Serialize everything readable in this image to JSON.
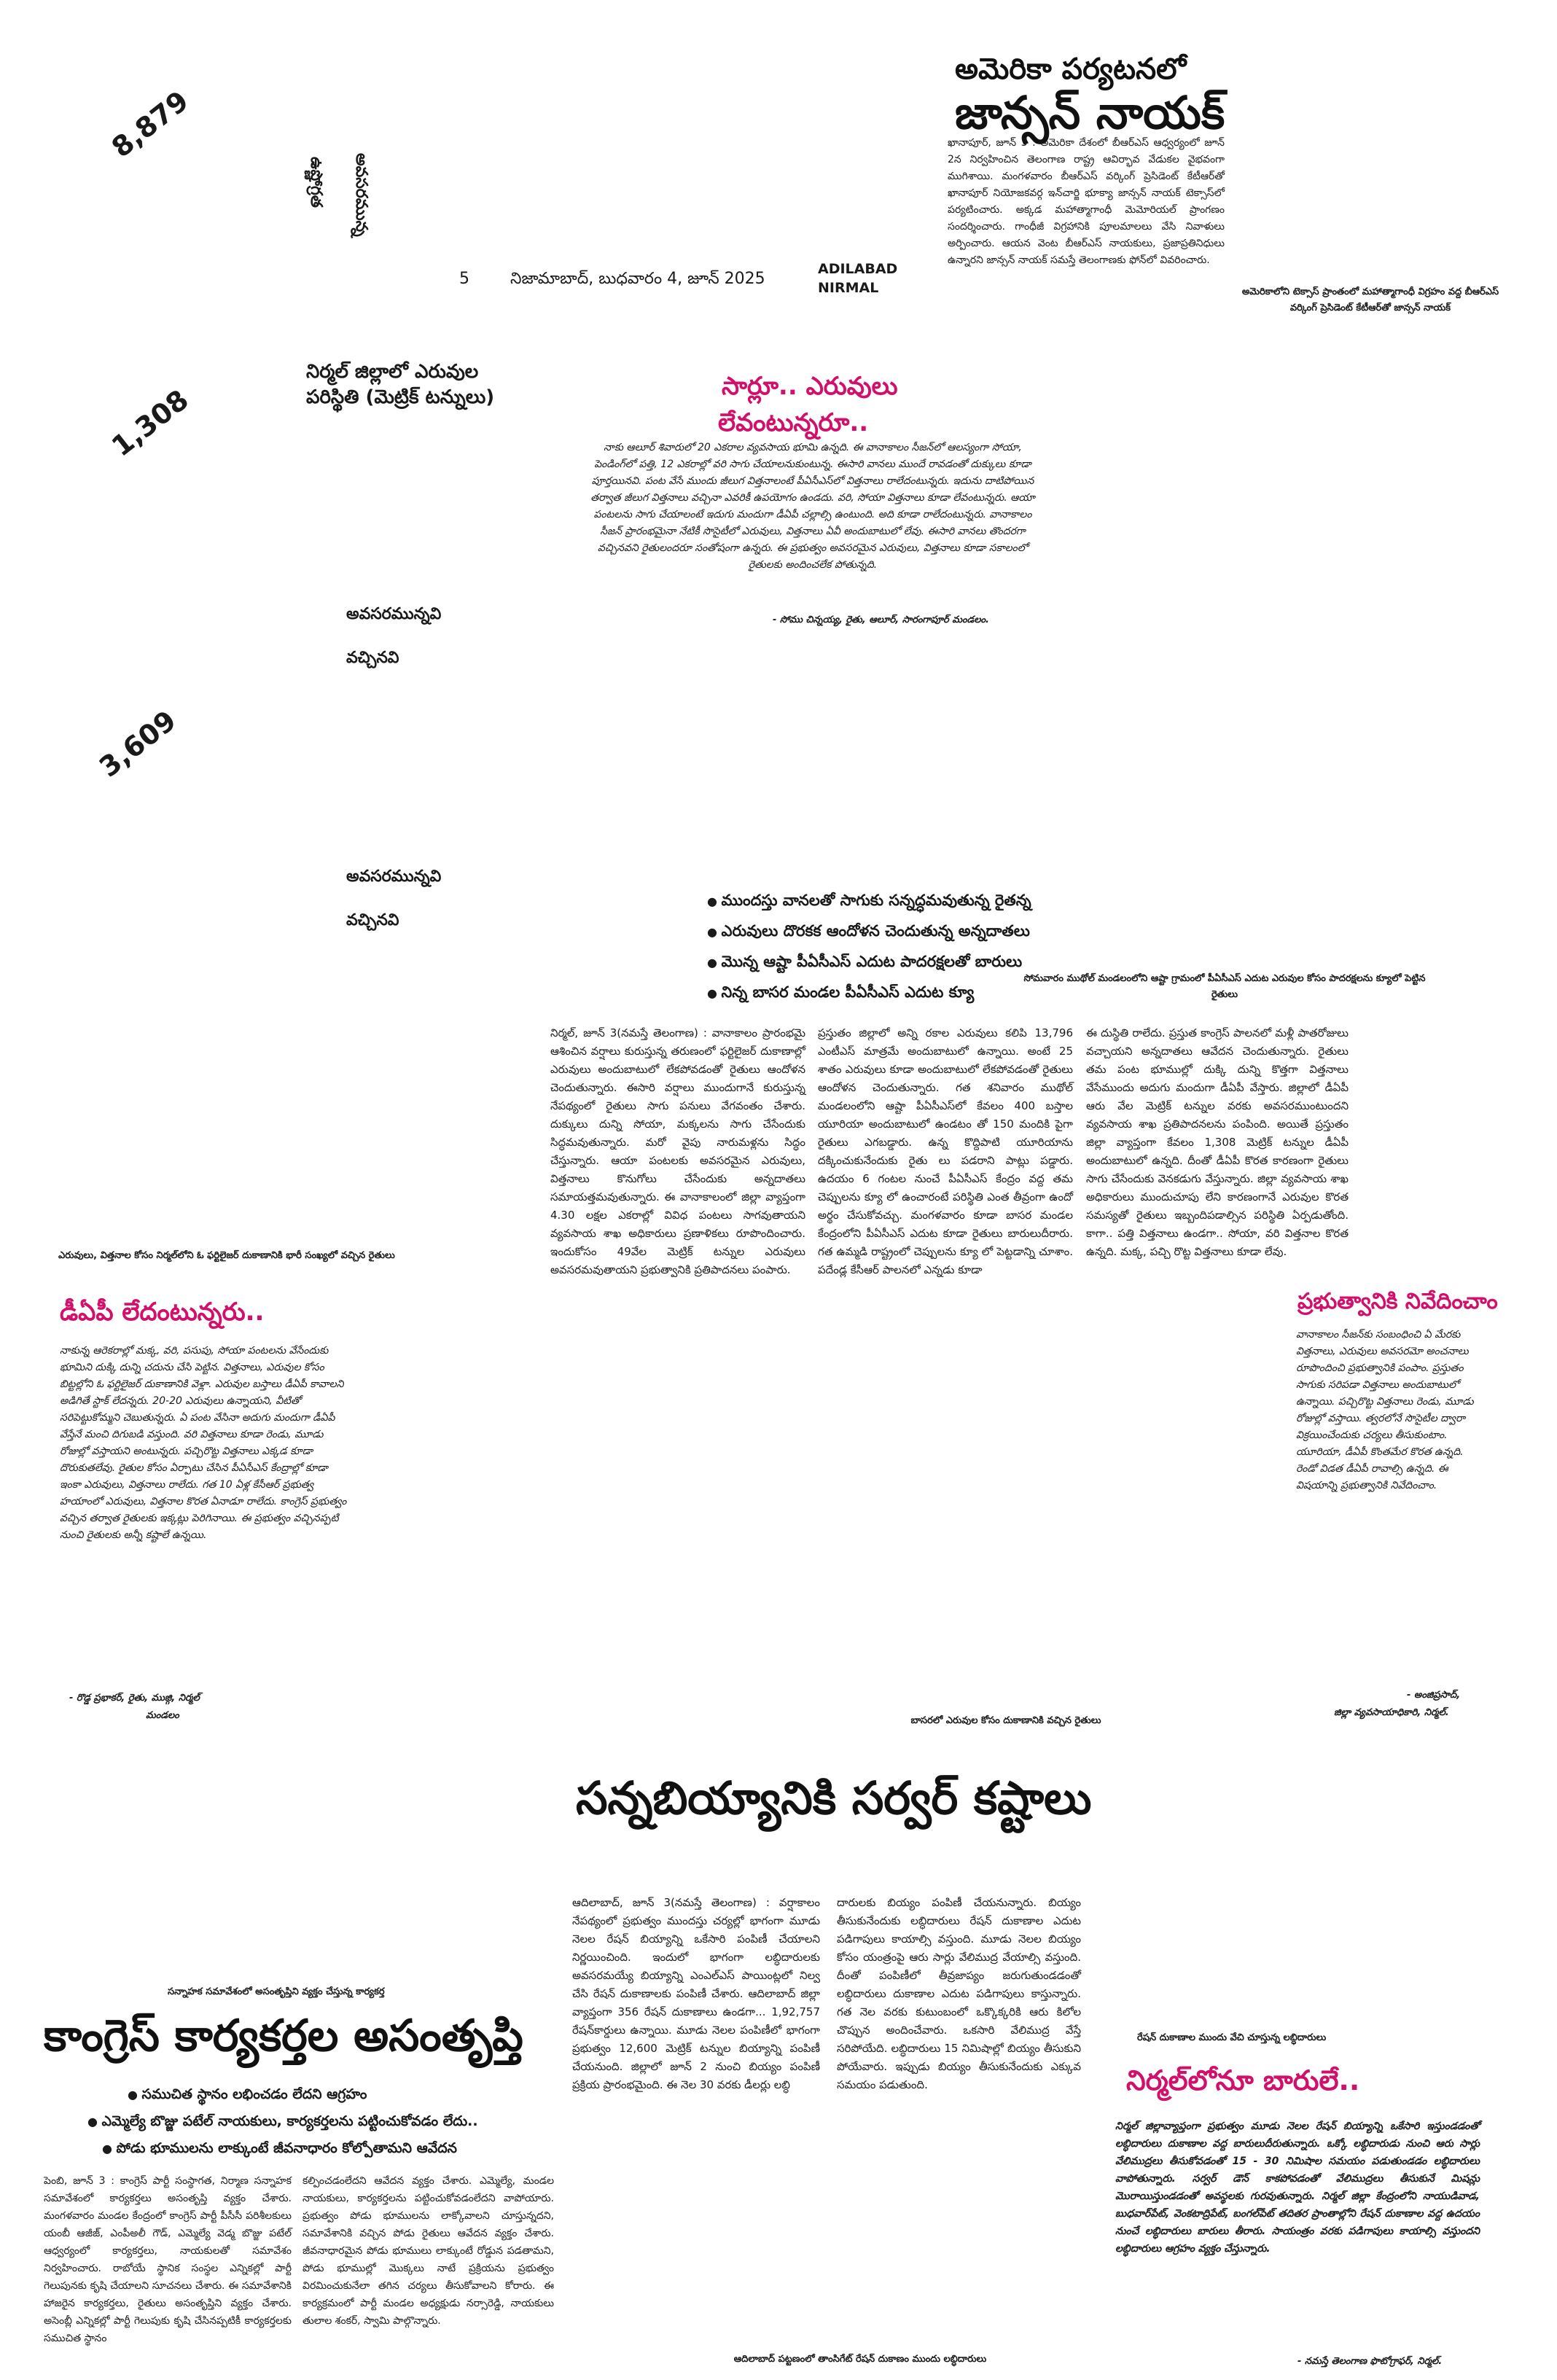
{
  "masthead": {
    "page_no": "5",
    "dateline": "నిజామాబాద్, బుధవారం 4, జూన్ 2025",
    "edition_1": "ADILABAD",
    "edition_2": "NIRMAL"
  },
  "side_numbers": [
    "8,879",
    "1,308",
    "3,609"
  ],
  "side_vertical": [
    "ఉష్ణోగ్రత",
    "అవసరమున్న"
  ],
  "usa_story": {
    "kicker": "అమెరికా పర్యటనలో",
    "headline": "జాన్సన్ నాయక్",
    "body": "ఖానాపూర్, జూన్ 3 : అమెరికా దేశంలో బీఆర్ఎస్ ఆధ్వర్యంలో జూన్ 2న నిర్వహించిన తెలంగాణ రాష్ట్ర ఆవిర్భావ వేడుకల వైభవంగా ముగిశాయి. మంగళవారం బీఆర్ఎస్ వర్కింగ్ ప్రెసిడెంట్ కేటీఆర్‌తో ఖానాపూర్ నియోజకవర్గ ఇన్‌చార్జి భూక్యా జాన్సన్ నాయక్ టెక్సాస్‌లో పర్యటించారు. అక్కడ మహాత్మాగాంధీ మెమోరియల్ ప్రాంగణం సందర్శించారు. గాంధీజీ విగ్రహానికి పూలమాలలు వేసి నివాళులు అర్పించారు. ఆయన వెంట బీఆర్ఎస్ నాయకులు, ప్రజాప్రతినిధులు ఉన్నారని జాన్సన్ నాయక్ సమస్తే తెలంగాణకు ఫోన్‌లో వివరించారు.",
    "caption": "అమెరికాలోని టెక్సాస్ ప్రాంతంలో మహాత్మాగాంధీ విగ్రహం వద్ద బీఆర్ఎస్ వర్కింగ్ ప్రెసిడెంట్ కేటీఆర్‌తో జాన్సన్ నాయక్"
  },
  "fert_table": {
    "title_1": "నిర్మల్ జిల్లాలో ఎరువుల",
    "title_2": "పరిస్థితి (మెట్రిక్ టన్నులు)",
    "row1_label": "అవసరమున్నవి",
    "row1_label2": "వచ్చినవి",
    "row2_label": "అవసరమున్నవి",
    "row2_label2": "వచ్చినవి"
  },
  "quote1": {
    "heading_1": "సార్లూ.. ఎరువులు",
    "heading_2": "లేవంటున్నరూ..",
    "body": "నాకు ఆలూర్ శివారులో 20 ఎకరాల వ్యవసాయ భూమి ఉన్నది. ఈ వానాకాలం సీజన్‌లో ఆలస్యంగా సోయా, పెండింగ్‌లో పత్తి, 12 ఎకరాల్లో వరి సాగు చేయాలనుకుంటున్న. ఈసారి వానలు ముందే రావడంతో దుక్కులు కూడా పూర్తయినవి. పంట వేసే ముందు జీలుగ విత్తనాలంటే పీఏసీఎస్‌లో విత్తనాలు రాలేదంటున్నరు. ఇదును దాటిపోయిన తర్వాత జీలుగ విత్తనాలు వచ్చినా ఎవరికీ ఉపయోగం ఉండదు. వరి, సోయా విత్తనాలు కూడా లేవంటున్నరు. ఆయా పంటలను సాగు చేయాలంటే ఇదుగు మందుగా డీఏపీ చల్లాల్సి ఉంటుంది. అది కూడా రాలేదంటున్నరు. వానాకాలం సీజన్ ప్రారంభమైనా నేటికీ సొసైటీలో ఎరువులు, విత్తనాలు ఏవీ అందుబాటులో లేవు. ఈసారి వానలు తొందరగా వచ్చినవని రైతులందరూ సంతోషంగా ఉన్నరు. ఈ ప్రభుత్వం అవసరమైన ఎరువులు, విత్తనాలు కూడా సకాలంలో రైతులకు అందించలేక పోతున్నది.",
    "signature": "- సోము చిన్నయ్య, రైతు, ఆలూర్, సారంగాపూర్ మండలం."
  },
  "bullets_fert": [
    "ముందస్తు వానలతో సాగుకు సన్నద్ధమవుతున్న రైతన్న",
    "ఎరువులు దొరకక ఆందోళన చెందుతున్న అన్నదాతలు",
    "మొన్న ఆష్టా పీఏసీఎస్ ఎదుట పాదరక్షలతో బారులు",
    "నిన్న బాసర మండల పీఏసీఎస్ ఎదుట క్యూ"
  ],
  "photo_caption_1": "సోమవారం ముథోల్ మండలంలోని ఆష్టా గ్రామంలో పీఏసీఎస్ ఎదుట ఎరువుల కోసం పాదరక్షలను క్యూలో పెట్టిన రైతులు",
  "photo_caption_2": "ఎరువులు, విత్తనాల కోసం నిర్మల్‌లోని ఓ ఫర్టిలైజర్ దుకాణానికి భారీ సంఖ్యలో వచ్చిన రైతులు",
  "fert_story": {
    "col1": "నిర్మల్, జూన్ 3(నమస్తే తెలంగాణ) : వానాకాలం ప్రారంభమై ఆశించిన వర్షాలు కురుస్తున్న తరుణంలో ఫర్టిలైజర్ దుకాణాల్లో ఎరువులు అందుబాటులో లేకపోవడంతో రైతులు ఆందోళన చెందుతున్నారు. ఈసారి వర్షాలు ముందుగానే కురుస్తున్న నేపథ్యంలో రైతులు సాగు పనులు వేగవంతం చేశారు. దుక్కులు దున్ని సోయా, మక్కలను సాగు చేసేందుకు సిద్ధమవుతున్నారు. మరో వైపు నారుమళ్లను సిద్ధం చేస్తున్నారు. ఆయా పంటలకు అవసరమైన ఎరువులు, విత్తనాలు కొనుగోలు చేసేందుకు అన్నదాతలు సమాయత్తమవుతున్నారు. ఈ వానాకాలంలో జిల్లా వ్యాప్తంగా 4.30 లక్షల ఎకరాల్లో వివిధ పంటలు సాగవుతాయని వ్యవసాయ శాఖ అధికారులు ప్రణాళికలు రూపొందించారు. ఇందుకోసం 49వేల మెట్రిక్ టన్నుల ఎరువులు అవసరమవుతాయని ప్రభుత్వానికి ప్రతిపాదనలు పంపారు.",
    "col2": "ప్రస్తుతం జిల్లాలో అన్ని రకాల ఎరువులు కలిపి 13,796 ఎంటీఎస్ మాత్రమే అందుబాటులో ఉన్నాయి. అంటే 25 శాతం ఎరువులు కూడా అందుబాటులో లేకపోవడంతో రైతులు ఆందోళన చెందుతున్నారు. గత శనివారం ముథోల్ మండలంలోని ఆష్టా పీఏసీఎస్‌లో కేవలం 400 బస్తాల యూరియా అందుబాటులో ఉండటం తో 150 మందికి పైగా రైతులు ఎగబడ్డారు. ఉన్న కొద్దిపాటి యూరియాను దక్కించుకునేందుకు రైతు లు పడరాని పాట్లు పడ్డారు. ఉదయం 6 గంటల నుంచే పీఏసీఎస్ కేంద్రం వద్ద తమ చెప్పులను క్యూ లో ఉంచారంటే పరిస్థితి ఎంత తీవ్రంగా ఉందో అర్థం చేసుకోవచ్చు. మంగళవారం కూడా బాసర మండల కేంద్రంలోని పీఏసీఎస్ ఎదుట కూడా రైతులు బారులుదీరారు. గత ఉమ్మడి రాష్ట్రంలో చెప్పులను క్యూ లో పెట్టడాన్ని చూశాం. పదేండ్ల కేసీఆర్ పాలనలో ఎన్నడు కూడా",
    "col3": "ఈ దుస్థితి రాలేదు. ప్రస్తుత కాంగ్రెస్ పాలనలో మళ్లీ పాతరోజులు వచ్చాయని అన్నదాతలు ఆవేదన చెందుతున్నారు. రైతులు తమ పంట భూముల్లో దుక్కి దున్ని కొత్తగా విత్తనాలు వేసేముందు అదుగు మందుగా డీఏపీ వేస్తారు. జిల్లాలో డీఏపీ ఆరు వేల మెట్రిక్ టన్నుల వరకు అవసరముంటుందని వ్యవసాయ శాఖ ప్రతిపాదనలను పంపింది. అయితే ప్రస్తుతం జిల్లా వ్యాప్తంగా కేవలం 1,308 మెట్రిక్ టన్నుల డీఏపీ అందుబాటులో ఉన్నది. దీంతో డీఏపీ కొరత కారణంగా రైతులు సాగు చేసేందుకు వెనకడుగు వేస్తున్నారు. జిల్లా వ్యవసాయ శాఖ అధికారులు ముందుచూపు లేని కారణంగానే ఎరువుల కొరత సమస్యతో రైతులు ఇబ్బందిపడాల్సిన పరిస్థితి ఏర్పడుతోంది. కాగా.. పత్తి విత్తనాలు ఉండగా.. సోయా, వరి విత్తనాల కొరత ఉన్నది. మక్క, పచ్చి రొట్ట విత్తనాలు కూడా లేవు."
  },
  "quote2": {
    "heading": "డీఏపీ లేదంటున్నరు..",
    "body": "నాకున్న ఆరెకరాల్లో మక్క, వరి, పసుపు, సోయా పంటలను వేసేందుకు భూమిని దుక్కి దున్ని చదును చేసి పెట్టిన. విత్తనాలు, ఎరువుల కోసం బిట్టల్లోని ఓ ఫర్టిలైజర్ దుకాణానికి వెళ్లా. ఎరువుల బస్తాలు డీఏపీ కావాలని అడిగితే స్టాక్ లేదన్నరు. 20-20 ఎరువులు ఉన్నాయని, వీటితో సరిపెట్టుకోమ్మని చెబుతున్నరు. ఏ పంట వేసినా అదుగు మందుగా డీఏపీ వేస్తేనే మంచి దిగుబడి వస్తుంది. వరి విత్తనాలు కూడా రెండు, మూడు రోజుల్లో వస్తాయని అంటున్నరు. పచ్చిరొట్ట విత్తనాలు ఎక్కడ కూడా దొరుకుతలేవు. రైతుల కోసం ఏర్పాటు చేసిన పీఏసీఎస్ కేంద్రాల్లో కూడా ఇంకా ఎరువులు, విత్తనాలు రాలేదు. గత 10 ఏళ్ల కేసీఆర్ ప్రభుత్వ హయాంలో ఎరువులు, విత్తనాల కొరత ఏనాడూ రాలేదు. కాంగ్రెస్ ప్రభుత్వం వచ్చిన తర్వాత రైతులకు ఇక్కట్లు పెరిగినాయి. ఈ ప్రభుత్వం వచ్చినప్పటి నుంచి రైతులకు అన్నీ కష్టాలే ఉన్నయి.",
    "signature_1": "- రొడ్డ ప్రభాకర్, రైతు, ముజ్గి, నిర్మల్",
    "signature_2": "మండలం"
  },
  "quote3": {
    "heading": "ప్రభుత్వానికి నివేదించాం",
    "body": "వానాకాలం సీజన్‌కు సంబంధించి ఏ మేరకు విత్తనాలు, ఎరువులు అవసరమో అంచనాలు రూపొందించి ప్రభుత్వానికి పంపాం. ప్రస్తుతం సాగుకు సరిపడా విత్తనాలు అందుబాటులో ఉన్నాయి. పచ్చిరొట్ట విత్తనాలు రెండు, మూడు రోజుల్లో వస్తాయి. త్వరలోనే సొసైటీల ద్వారా విక్రయించేందుకు చర్యలు తీసుకుంటాం. యూరియా, డీఏపీ కొంతమేర కొరత ఉన్నది. రెండో విడత డీఏపీ రావాల్సి ఉన్నది. ఈ విషయాన్ని ప్రభుత్వానికి నివేదించాం.",
    "signature_1": "- అంజిప్రసాద్,",
    "signature_2": "జిల్లా వ్యవసాయాధికారి, నిర్మల్."
  },
  "photo_caption_3": "బాసరలో ఎరువుల కోసం దుకాణానికి వచ్చిన రైతులు",
  "rice_story": {
    "headline": "సన్నబియ్యానికి సర్వర్ కష్టాలు",
    "col1": "ఆదిలాబాద్, జూన్ 3(నమస్తే తెలంగాణ) : వర్షాకాలం నేపథ్యంలో ప్రభుత్వం ముందస్తు చర్యల్లో భాగంగా మూడు నెలల రేషన్ బియ్యాన్ని ఒకేసారి పంపిణీ చేయాలని నిర్ణయించింది. ఇందులో భాగంగా లబ్ధిదారులకు అవసరమయ్యే బియ్యాన్ని ఎంఎల్ఎస్ పాయింట్లలో నిల్వ చేసి రేషన్ దుకాణాలకు పంపిణీ చేశారు. ఆదిలాబాద్ జిల్లా వ్యాప్తంగా 356 రేషన్ దుకాణాలు ఉండగా... 1,92,757 రేషన్‌కార్డులు ఉన్నాయి. మూడు నెలల పంపిణీలో భాగంగా ప్రభుత్వం 12,600 మెట్రిక్ టన్నుల బియ్యాన్ని పంపిణీ చేయనుంది. జిల్లాలో జూన్ 2 నుంచి బియ్యం పంపిణీ ప్రక్రియ ప్రారంభమైంది. ఈ నెల 30 వరకు డీలర్లు లబ్ధి",
    "col2": "దారులకు బియ్యం పంపిణీ చేయనున్నారు. బియ్యం తీసుకునేందుకు లబ్ధిదారులు రేషన్ దుకాణాల ఎదుట పడిగాపులు కాయాల్సి వస్తుంది. మూడు నెలల బియ్యం కోసం యంత్రంపై ఆరు సార్లు వేలిముద్ర వేయాల్సి వస్తుంది. దీంతో పంపిణీలో తీవ్రజాప్యం జరుగుతుండడంతో లబ్ధిదారులు దుకాణాల ఎదుట పడిగాపులు కాస్తున్నారు. గత నెల వరకు కుటుంబంలో ఒక్కొక్కరికి ఆరు కిలోల చొప్పున అందించేవారు. ఒకసారి వేలిముద్ర వేస్తే సరిపోయేది. లబ్ధిదారులు 15 నిమిషాల్లో బియ్యం తీసుకుని పోయేవారు. ఇప్పుడు బియ్యం తీసుకునేందుకు ఎక్కువ సమయం పడుతుంది."
  },
  "photo_caption_4": "ఆదిలాబాద్ పట్టణంలో తాంసిగేట్ రేషన్ దుకాణం ముందు లబ్ధిదారులు",
  "congress_story": {
    "kicker": "సన్నాహక సమావేశంలో అసంతృప్తిని వ్యక్తం చేస్తున్న కార్యకర్త",
    "headline": "కాంగ్రెస్ కార్యకర్తల అసంతృప్తి",
    "bullets": [
      "సముచిత స్థానం లభించడం లేదని ఆగ్రహం",
      "ఎమ్మెల్యే బొజ్జు పటేల్ నాయకులు, కార్యకర్తలను పట్టించుకోవడం లేదు..",
      "పోడు భూములను లాక్కుంటే జీవనాధారం కోల్పోతామని ఆవేదన"
    ],
    "col1": "పెంబి, జూన్ 3 : కాంగ్రెస్ పార్టీ సంస్థాగత, నిర్మాణ సన్నాహక సమావేశంలో కార్యకర్తలు అసంతృప్తి వ్యక్తం చేశారు. మంగళవారం మండల కేంద్రంలో కాంగ్రెస్ పార్టీ పీసీసీ పరిశీలకులు యంబీ ఆజీజ్, ఎంపీఅలీ గౌడ్, ఎమ్మెల్యే వెడ్మ బొజ్జు పటేల్ ఆధ్వర్యంలో కార్యకర్తలు, నాయకులతో సమావేశం నిర్వహించారు. రాబోయే స్థానిక సంస్థల ఎన్నికల్లో పార్టీ గెలుపునకు కృషి చేయాలని సూచనలు చేశారు. ఈ సమావేశానికి హాజరైన కార్యకర్తలు, రైతులు అసంతృప్తిని వ్యక్తం చేశారు. అసెంబ్లీ ఎన్నికల్లో పార్టీ గెలుపుకు కృషి చేసినప్పటికీ కార్యకర్తలకు సముచిత స్థానం",
    "col2": "కల్పించడంలేదని ఆవేదన వ్యక్తం చేశారు. ఎమ్మెల్యే, మండల నాయకులు, కార్యకర్తలను పట్టించుకోవడంలేదని వాపోయారు. ప్రభుత్వం పోడు భూములను లాక్కోవాలని చూస్తున్నదని, సమావేశానికి వచ్చిన పోడు రైతులు ఆవేదన వ్యక్తం చేశారు. జీవనాధారమైన పోడు భూములు లాక్కుంటే రోడ్డున పడతామని, పోడు భూముల్లో మొక్కలు నాటే ప్రక్రియను ప్రభుత్వం విరమించుకునేలా తగిన చర్యలు తీసుకోవాలని కోరారు. ఈ కార్యక్రమంలో పార్టీ మండల అధ్యక్షుడు నర్సారెడ్డి, నాయకులు తులాల శంకర్, స్వామి పాల్గొన్నారు."
  },
  "nirmal_queue": {
    "caption": "రేషన్ దుకాణాల ముందు వేచి చూస్తున్న లబ్ధిదారులు",
    "heading": "నిర్మల్‌లోనూ బారులే..",
    "body": "నిర్మల్ జిల్లావ్యాప్తంగా ప్రభుత్వం మూడు నెలల రేషన్ బియ్యాన్ని ఒకేసారి ఇస్తుండడంతో లబ్ధిదారులు దుకాణాల వద్ద బారులుదీరుతున్నారు. ఒక్కో లబ్ధిదారుడు నుంచి ఆరు సార్లు వేలిముద్రలు తీసుకోవడంతో 15 - 30 నిమిషాల సమయం పడుతుండడం లబ్ధిదారులు వాపోతున్నారు. సర్వర్ డౌన్ కాకపోవడంతో వేలిముద్రలు తీసుకునే మిషన్లు మొరాయిస్తుండడంతో అవస్థలకు గురవుతున్నారు. నిర్మల్ జిల్లా కేంద్రంలోని నాయుడివాడ, బుధవార్‌పేట్, వెంకటాద్రిపేట్, బంగల్‌పేట్ తదితర ప్రాంతాల్లోని రేషన్ దుకాణాల వద్ద ఉదయం నుంచే లబ్ధిదారులు బారులు తీరారు. సాయంత్రం వరకు పడిగాపులు కాయాల్సి వస్తుందని లబ్ధిదారులు ఆగ్రహం వ్యక్తం చేస్తున్నారు.",
    "signature": "- నమస్తే తెలంగాణ ఫొటోగ్రాఫర్, నిర్మల్."
  }
}
